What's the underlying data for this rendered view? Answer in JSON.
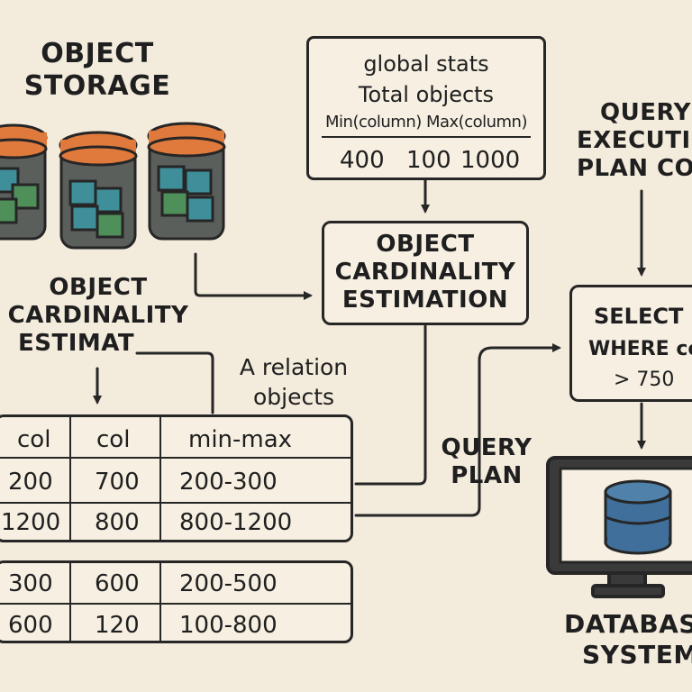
{
  "colors": {
    "background": "#f3ebdc",
    "stroke": "#262626",
    "lid": "#e07a3c",
    "cube_teal": "#3f8f9a",
    "cube_green": "#4f8f5a",
    "database_blue": "#3f6f9a"
  },
  "object_storage": {
    "title_line1": "OBJECT",
    "title_line2": "STORAGE",
    "icon": "storage-jar-icon"
  },
  "global_stats": {
    "line1": "global stats",
    "line2": "Total objects",
    "line3": "Min(column) Max(column)",
    "values": [
      "400",
      "100",
      "1000"
    ]
  },
  "query_execution": {
    "line1": "QUERY",
    "line2": "EXECUTIO",
    "line3": "PLAN COS"
  },
  "cardinality_box": {
    "line1": "OBJECT",
    "line2": "CARDINALITY",
    "line3": "ESTIMATION"
  },
  "cardinality_left": {
    "line1": "OBJECT",
    "line2": "CARDINALITY",
    "line3": "ESTIMAT"
  },
  "relation_label": {
    "line1": "A relation",
    "line2": "objects"
  },
  "query_plan": {
    "line1": "QUERY",
    "line2": "PLAN"
  },
  "select_box": {
    "line1": "SELECT .",
    "line2": "WHERE co",
    "line3": "> 750"
  },
  "database_system": {
    "line1": "DATABAS",
    "line2": "SYSTEM",
    "icon": "database-icon"
  },
  "table1": {
    "headers": [
      "col",
      "col",
      "min-max"
    ],
    "rows": [
      [
        "200",
        "700",
        "200-300"
      ],
      [
        "1200",
        "800",
        "800-1200"
      ]
    ]
  },
  "table2": {
    "rows": [
      [
        "300",
        "600",
        "200-500"
      ],
      [
        "600",
        "120",
        "100-800"
      ]
    ]
  }
}
